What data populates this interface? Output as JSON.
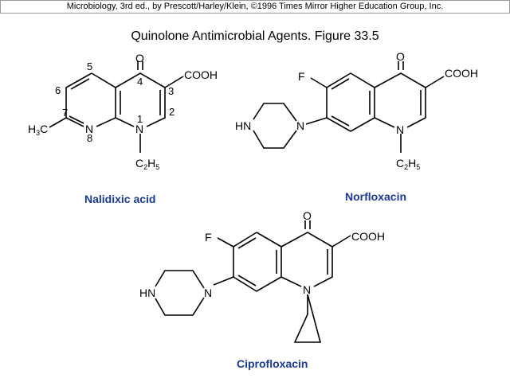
{
  "header": {
    "credit": "Microbiology, 3rd ed., by Prescott/Harley/Klein, ©1996 Times Mirror Higher Education Group, Inc."
  },
  "title": "Quinolone Antimicrobial Agents.  Figure 33.5",
  "atoms": {
    "O": "O",
    "COOH": "COOH",
    "N": "N",
    "HN": "HN",
    "F": "F",
    "H": "H",
    "C": "C",
    "sub3": "3",
    "sub2": "2",
    "sub5": "5"
  },
  "numbering": {
    "n1": "1",
    "n2": "2",
    "n3": "3",
    "n4": "4",
    "n5": "5",
    "n6": "6",
    "n7": "7",
    "n8": "8"
  },
  "captions": {
    "nalidixic": "Nalidixic acid",
    "norfloxacin": "Norfloxacin",
    "ciprofloxacin": "Ciprofloxacin"
  },
  "colors": {
    "caption": "#1a3a9a"
  }
}
